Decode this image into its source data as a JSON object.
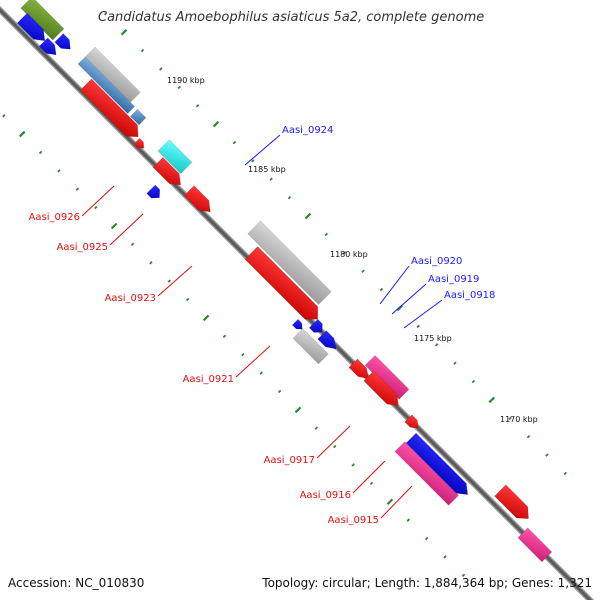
{
  "title": "Candidatus Amoebophilus asiaticus 5a2, complete genome",
  "footer": {
    "accession_label": "Accession:",
    "accession_value": "NC_010830",
    "topology_label": "Topology:",
    "topology_value": "circular;",
    "length_label": "Length:",
    "length_value": "1,884,364 bp;",
    "genes_label": "Genes:",
    "genes_value": "1,321"
  },
  "scale_labels": [
    "1190 kbp",
    "1185 kbp",
    "1180 kbp",
    "1175 kbp",
    "1170 kbp"
  ],
  "gene_labels_forward": [
    "Aasi_0924",
    "Aasi_0920",
    "Aasi_0919",
    "Aasi_0918"
  ],
  "gene_labels_reverse": [
    "Aasi_0926",
    "Aasi_0925",
    "Aasi_0923",
    "Aasi_0921",
    "Aasi_0917",
    "Aasi_0916",
    "Aasi_0915"
  ],
  "colors": {
    "backbone": "#777777",
    "tick": "#2a8a2a",
    "forward_label": "#1a1aff",
    "reverse_label": "#e01010",
    "cds_red": "#ff0000",
    "cds_blue": "#0000ee",
    "cds_gray": "#bdbdbd",
    "cds_cyan": "#33f0f0",
    "cds_magenta": "#ff3399",
    "cds_olive": "#6b9a2e",
    "cds_steel": "#4a86c0"
  }
}
